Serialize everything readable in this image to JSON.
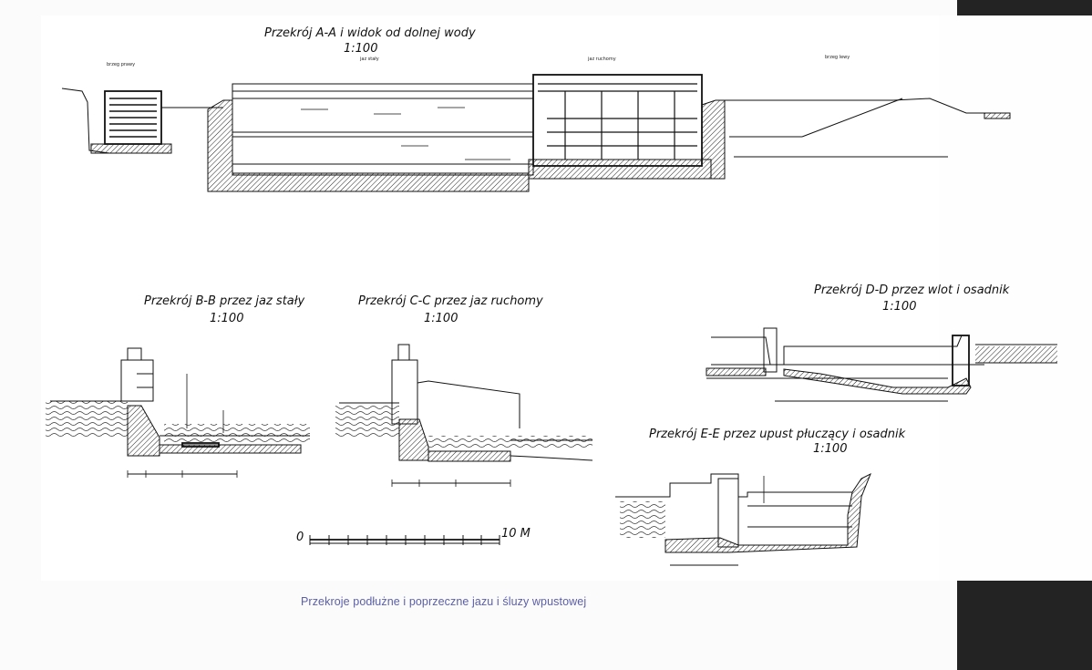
{
  "section_aa": {
    "title": "Przekrój A-A i widok od dolnej wody",
    "scale": "1:100",
    "labels": {
      "left_bank": "brzeg prawy",
      "fixed_weir": "jaz stały",
      "movable_weir": "jaz ruchomy",
      "right_bank": "brzeg lewy"
    }
  },
  "section_bb": {
    "title": "Przekrój B-B przez jaz stały",
    "scale": "1:100"
  },
  "section_cc": {
    "title": "Przekrój C-C przez jaz ruchomy",
    "scale": "1:100"
  },
  "section_dd": {
    "title": "Przekrój D-D przez wlot i osadnik",
    "scale": "1:100"
  },
  "section_ee": {
    "title": "Przekrój E-E przez upust płuczący i osadnik",
    "scale": "1:100"
  },
  "scale_bar": {
    "start": "0",
    "end": "10 M"
  },
  "caption": "Przekroje podłużne i poprzeczne jazu i śluzy wpustowej"
}
